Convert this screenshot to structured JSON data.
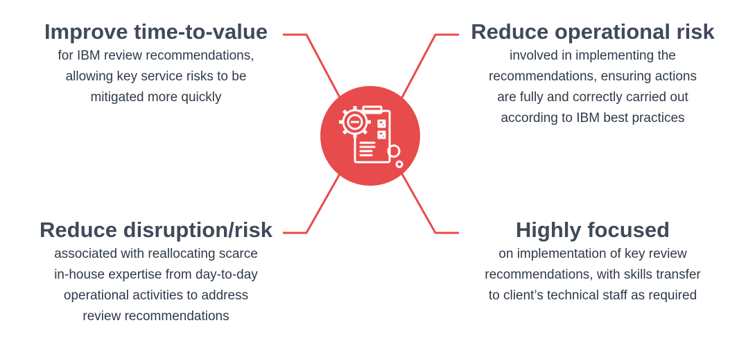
{
  "colors": {
    "accent": "#e84b4b",
    "title_text": "#404a59",
    "body_text": "#2f3a48",
    "icon_stroke": "#ffffff"
  },
  "hub": {
    "icon": "gear-checklist-icon"
  },
  "benefits": [
    {
      "title": "Improve time-to-value",
      "lines": [
        "for IBM review recommendations,",
        "allowing key service risks to be",
        "mitigated more quickly"
      ]
    },
    {
      "title": "Reduce operational risk",
      "lines": [
        "involved in implementing the",
        "recommendations, ensuring actions",
        "are fully and correctly carried out",
        "according to IBM best practices"
      ]
    },
    {
      "title": "Reduce disruption/risk",
      "lines": [
        "associated with reallocating scarce",
        "in-house expertise from day-to-day",
        "operational activities to address",
        "review recommendations"
      ]
    },
    {
      "title": "Highly focused",
      "lines": [
        "on implementation of key review",
        "recommendations, with skills transfer",
        "to client’s technical staff as required"
      ]
    }
  ]
}
